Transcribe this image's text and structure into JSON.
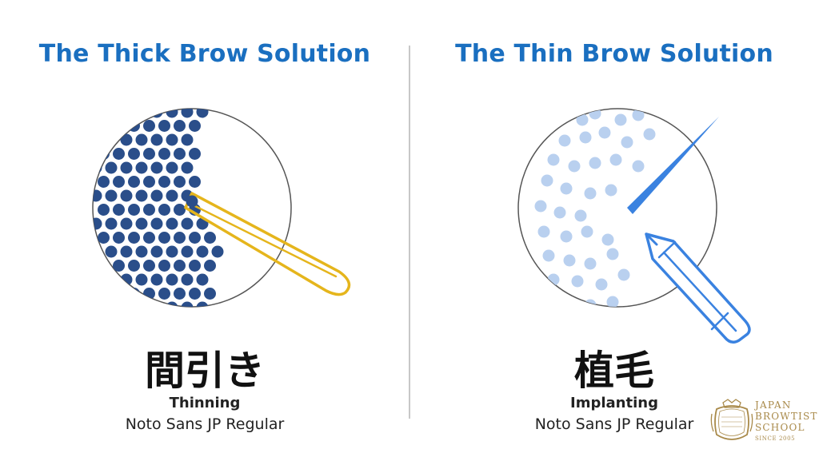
{
  "left": {
    "title": "The Thick Brow Solution",
    "kanji": "間引き",
    "subtitle": "Thinning",
    "font_label": "Noto Sans JP Regular"
  },
  "right": {
    "title": "The Thin Brow Solution",
    "kanji": "植毛",
    "subtitle": "Implanting",
    "font_label": "Noto Sans JP Regular"
  },
  "logo": {
    "line1": "JAPAN",
    "line2": "BROWTIST",
    "line3": "SCHOOL",
    "line4": "SINCE 2005",
    "emblem_text": "JAPAN BROWTIST SCHOOL"
  },
  "colors": {
    "title": "#1a6fc0",
    "dense_dots": "#2a4e8a",
    "light_dots": "#b9d0ef",
    "tweezers": "#e5b51c",
    "pencil": "#3a82e0",
    "logo_gold": "#a98a4a"
  },
  "icons": [
    "tweezers-icon",
    "pencil-icon",
    "needle-icon"
  ]
}
